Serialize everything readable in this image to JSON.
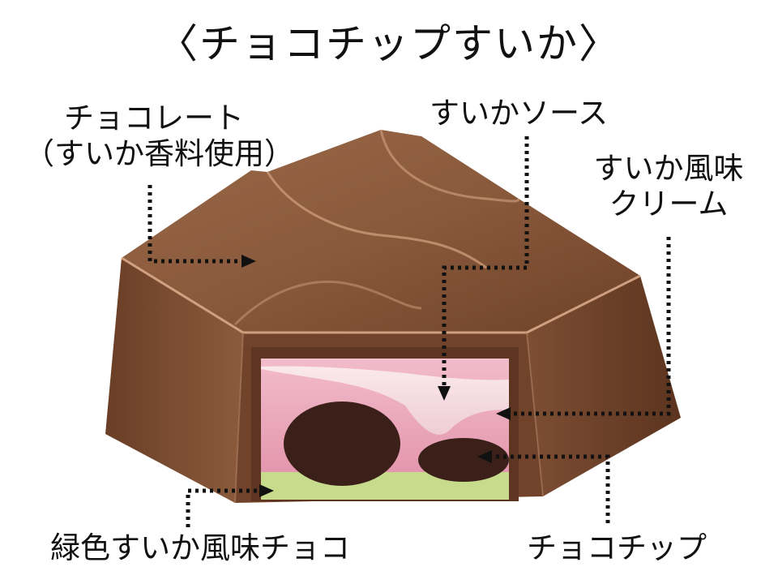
{
  "title": "〈チョコチップすいか〉",
  "labels": {
    "chocolate_line1": "チョコレート",
    "chocolate_line2": "（すいか香料使用）",
    "sauce": "すいかソース",
    "cream_line1": "すいか風味",
    "cream_line2": "クリーム",
    "green_choco": "緑色すいか風味チョコ",
    "choco_chip": "チョコチップ"
  },
  "colors": {
    "chocolate_shell": "#7a4a30",
    "chocolate_top": "#8a5a3c",
    "pink_cream": "#e8a3b8",
    "green_choco": "#c8dc8c",
    "choco_chip": "#3a2018",
    "sauce": "#f4dfe4"
  }
}
